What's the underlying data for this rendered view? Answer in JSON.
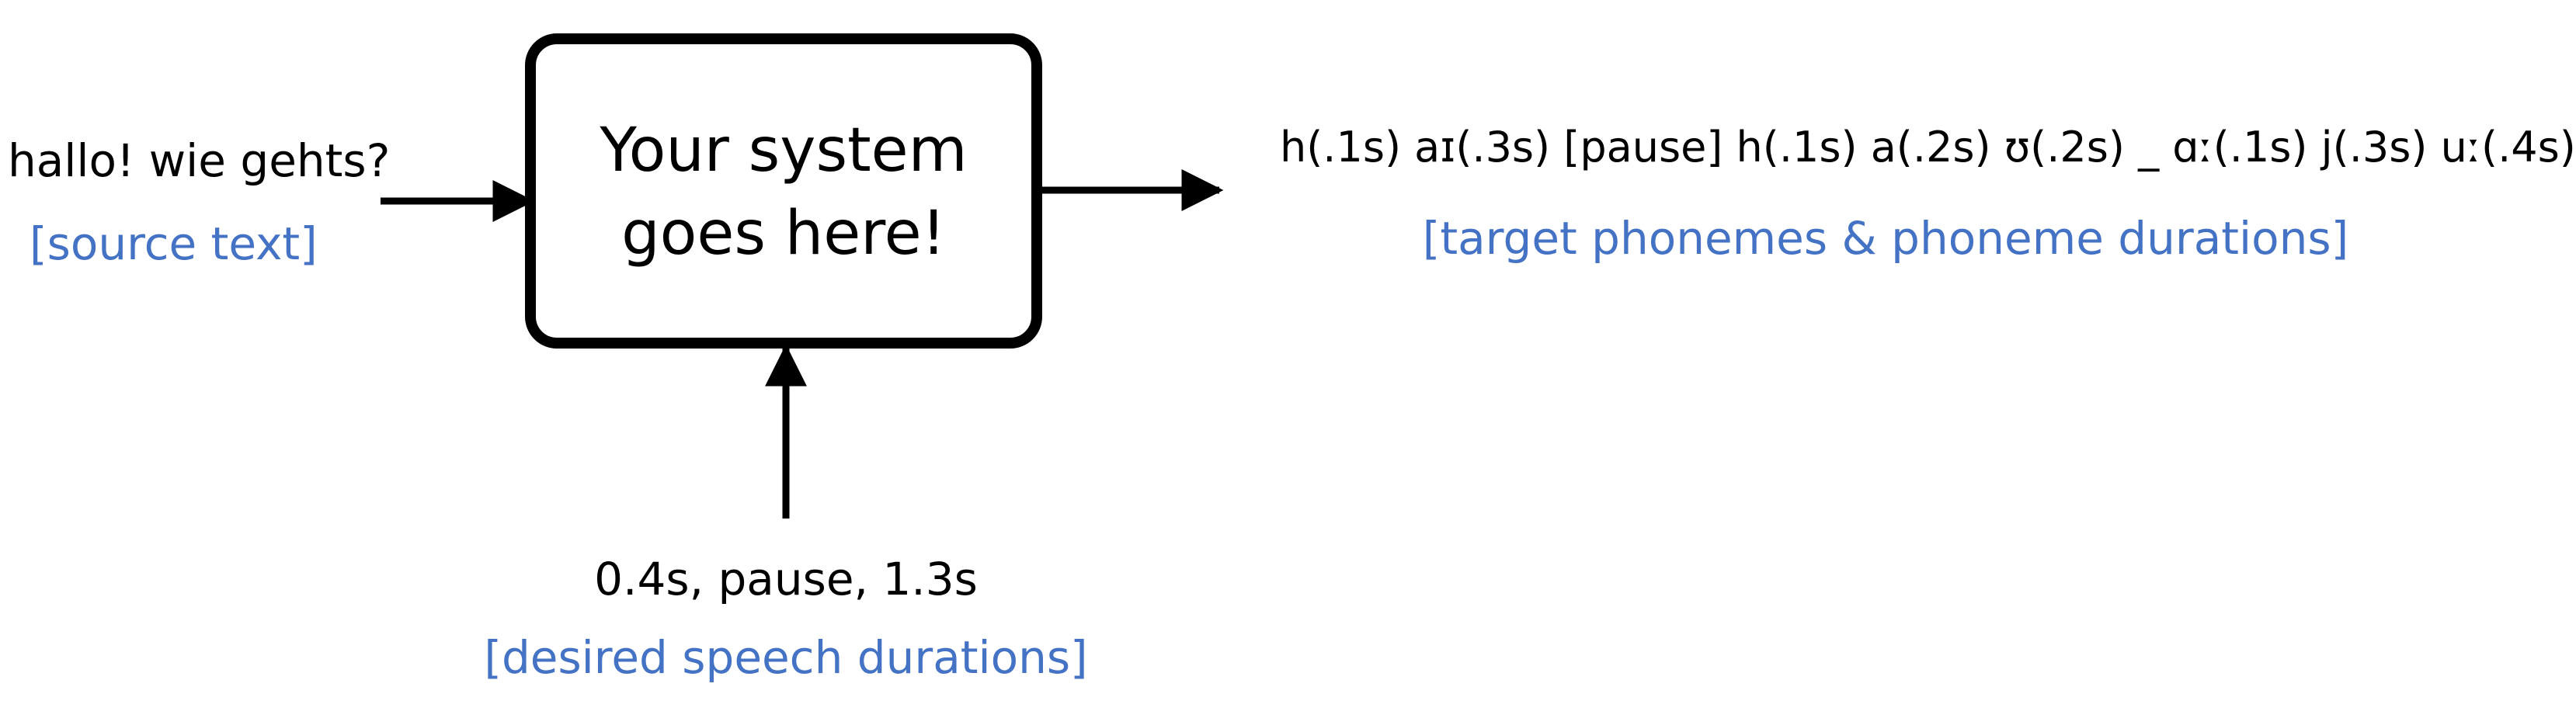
{
  "diagram": {
    "source": {
      "text": "hallo! wie gehts?",
      "caption": "[source text]"
    },
    "system": {
      "line1": "Your system",
      "line2": "goes here!"
    },
    "durations": {
      "text": "0.4s, pause, 1.3s",
      "caption": "[desired speech durations]"
    },
    "target": {
      "text": "h(.1s) aɪ(.3s) [pause] h(.1s) a(.2s) ʊ(.2s) _ ɑː(.1s) j(.3s) uː(.4s)",
      "caption": "[target phonemes & phoneme durations]"
    },
    "colors": {
      "text": "#000000",
      "caption": "#4472C4",
      "stroke": "#000000"
    }
  }
}
